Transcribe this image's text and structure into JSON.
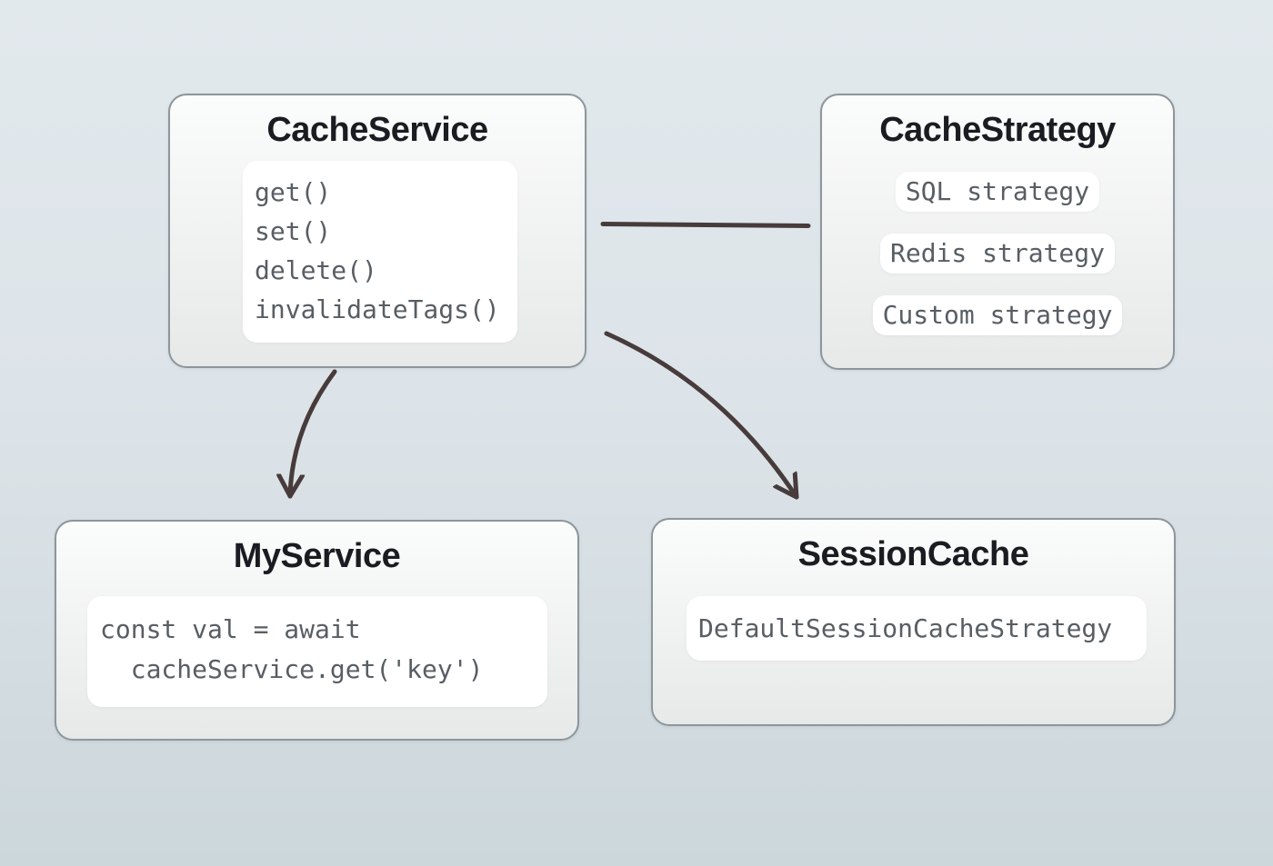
{
  "diagram": {
    "colors": {
      "background_top": "#e2e9ed",
      "background_bottom": "#ccd7db",
      "box_border": "#8d969b",
      "box_fill_top": "#fbfcfc",
      "box_fill_bottom": "#e7e9e9",
      "panel_fill": "#ffffff",
      "title_text": "#1a1c21",
      "code_text": "#585e63",
      "connector": "#473b3b"
    },
    "edges": [
      {
        "from": "CacheService",
        "to": "CacheStrategy",
        "kind": "plain-line"
      },
      {
        "from": "CacheService",
        "to": "MyService",
        "kind": "curved-arrow"
      },
      {
        "from": "CacheService",
        "to": "SessionCache",
        "kind": "curved-arrow"
      }
    ]
  },
  "nodes": {
    "cache_service": {
      "title": "CacheService",
      "methods": [
        "get()",
        "set()",
        "delete()",
        "invalidateTags()"
      ]
    },
    "cache_strategy": {
      "title": "CacheStrategy",
      "strategies": [
        "SQL strategy",
        "Redis strategy",
        "Custom strategy"
      ]
    },
    "my_service": {
      "title": "MyService",
      "code_lines": [
        "const val = await",
        "  cacheService.get('key')"
      ]
    },
    "session_cache": {
      "title": "SessionCache",
      "code": "DefaultSessionCacheStrategy"
    }
  }
}
